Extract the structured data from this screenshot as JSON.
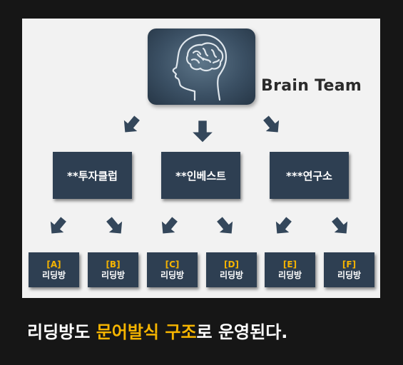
{
  "brand": {
    "label": "Brain Team"
  },
  "departments": [
    {
      "label": "**투자클럽"
    },
    {
      "label": "**인베스트"
    },
    {
      "label": "***연구소"
    }
  ],
  "rooms": [
    {
      "code": "[A]",
      "label": "리딩방"
    },
    {
      "code": "[B]",
      "label": "리딩방"
    },
    {
      "code": "[C]",
      "label": "리딩방"
    },
    {
      "code": "[D]",
      "label": "리딩방"
    },
    {
      "code": "[E]",
      "label": "리딩방"
    },
    {
      "code": "[F]",
      "label": "리딩방"
    }
  ],
  "caption": {
    "part1": "리딩방도",
    "highlight": "문어발식 구조",
    "part2": "로 운영된다."
  },
  "colors": {
    "box": "#2e3f52",
    "arrow": "#34475b",
    "highlight": "#f5b400",
    "panel": "#f2f2f2",
    "background": "#161616"
  },
  "icons": {
    "head": "brain-head-icon"
  }
}
